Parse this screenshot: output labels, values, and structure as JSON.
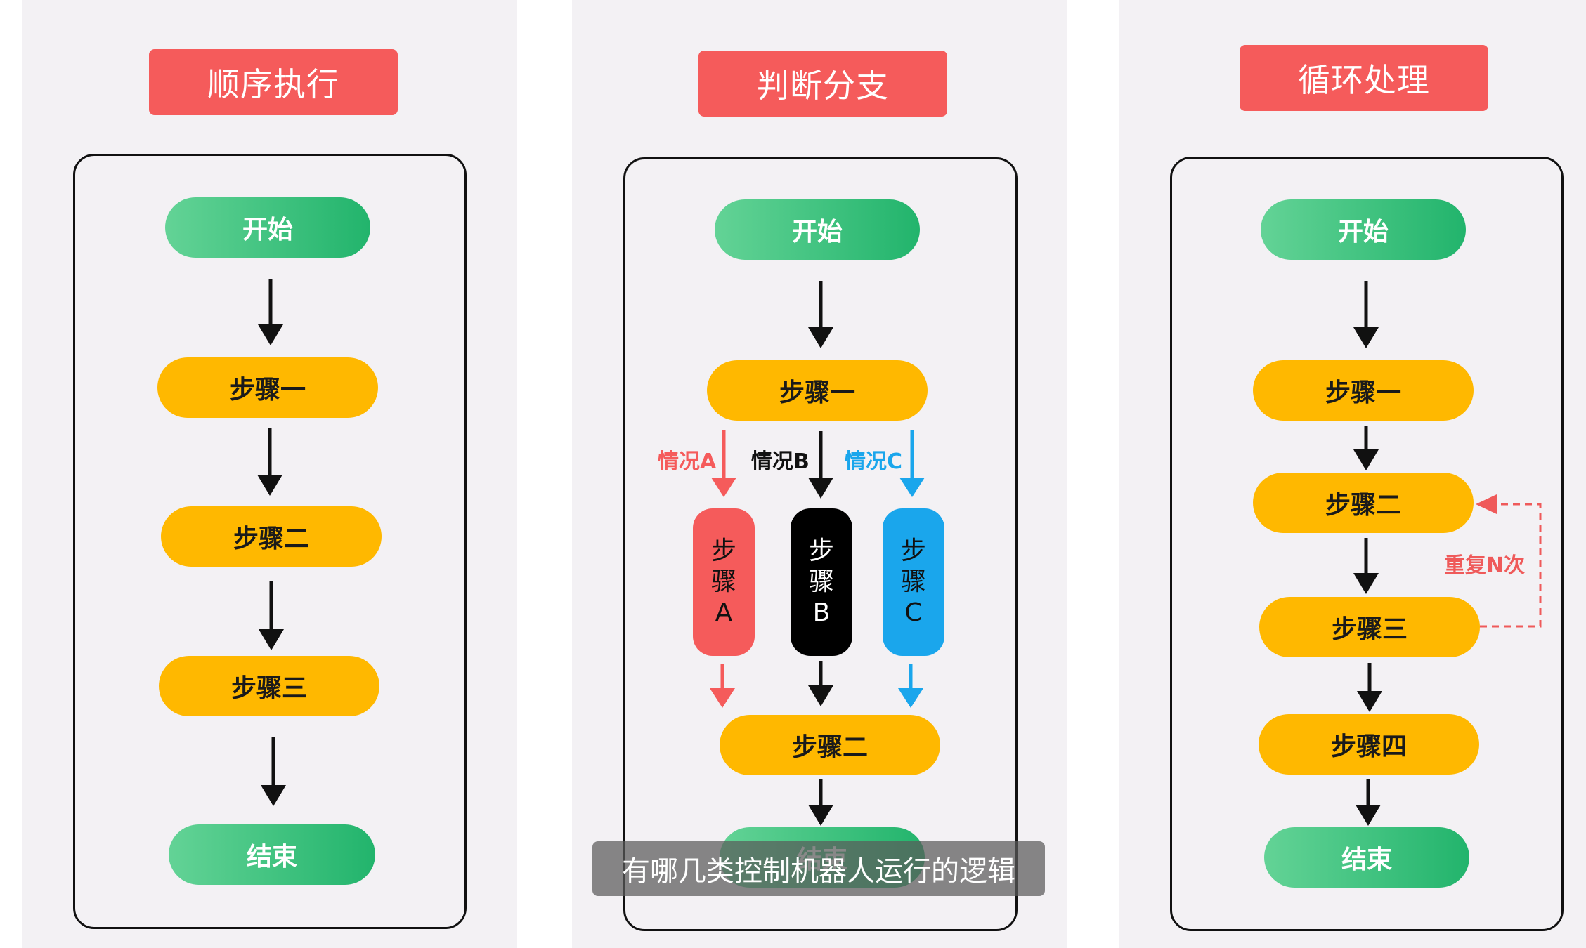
{
  "panels": [
    {
      "title": "顺序执行",
      "nodes": [
        "开始",
        "步骤一",
        "步骤二",
        "步骤三",
        "结束"
      ]
    },
    {
      "title": "判断分支",
      "nodes": [
        "开始",
        "步骤一",
        "步骤二",
        "结束"
      ],
      "branches": [
        {
          "case": "情况A",
          "chars": [
            "步",
            "骤",
            "A"
          ],
          "color": "#f55b5b"
        },
        {
          "case": "情况B",
          "chars": [
            "步",
            "骤",
            "B"
          ],
          "color": "#000000"
        },
        {
          "case": "情况C",
          "chars": [
            "步",
            "骤",
            "C"
          ],
          "color": "#1aa6ec"
        }
      ]
    },
    {
      "title": "循环处理",
      "nodes": [
        "开始",
        "步骤一",
        "步骤二",
        "步骤三",
        "步骤四",
        "结束"
      ],
      "loop_label": "重复N次"
    }
  ],
  "subtitle": "有哪几类控制机器人运行的逻辑",
  "colors": {
    "title_red": "#f55b5b",
    "start_end_green": "#2bb673",
    "step_yellow": "#ffb800",
    "branch_blue": "#1aa6ec",
    "loop_red": "#ef5a5a"
  }
}
